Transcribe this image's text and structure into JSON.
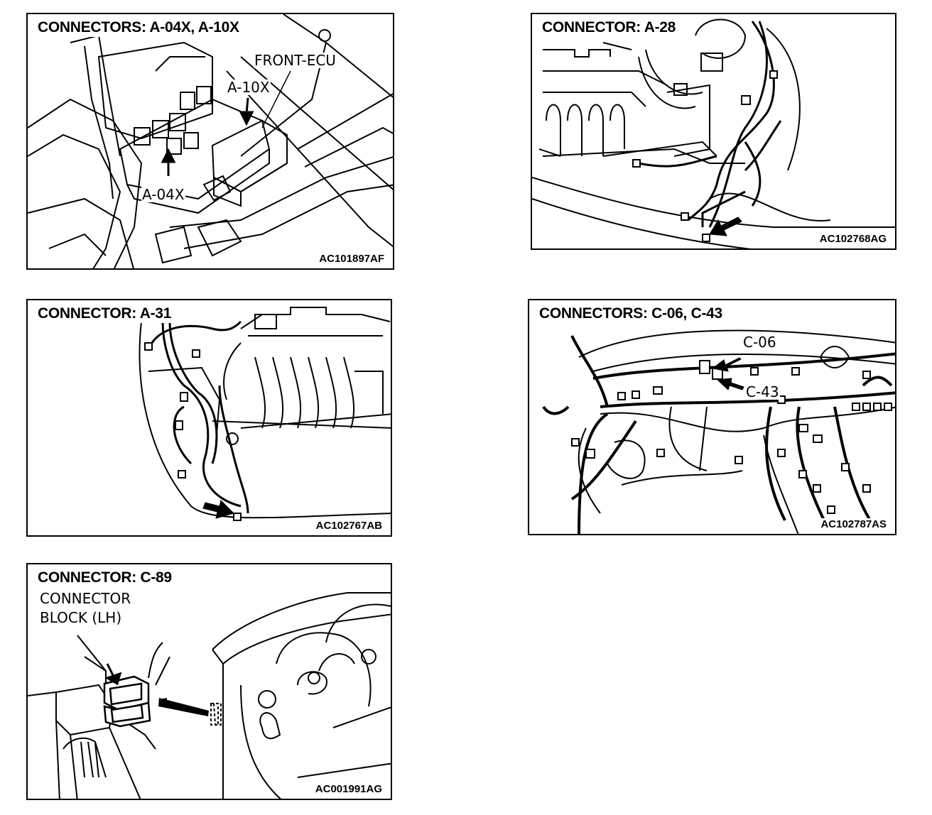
{
  "panels": {
    "a04x_a10x": {
      "title": "CONNECTORS: A-04X, A-10X",
      "labels": {
        "front_ecu": "FRONT-ECU",
        "a10x": "A-10X",
        "a04x": "A-04X"
      },
      "code": "AC101897AF"
    },
    "a28": {
      "title": "CONNECTOR: A-28",
      "code": "AC102768AG"
    },
    "a31": {
      "title": "CONNECTOR: A-31",
      "code": "AC102767AB"
    },
    "c06_c43": {
      "title": "CONNECTORS: C-06, C-43",
      "labels": {
        "c06": "C-06",
        "c43": "C-43"
      },
      "code": "AC102787AS"
    },
    "c89": {
      "title": "CONNECTOR: C-89",
      "labels": {
        "block_line1": "CONNECTOR",
        "block_line2": "BLOCK (LH)"
      },
      "code": "AC001991AG"
    }
  }
}
